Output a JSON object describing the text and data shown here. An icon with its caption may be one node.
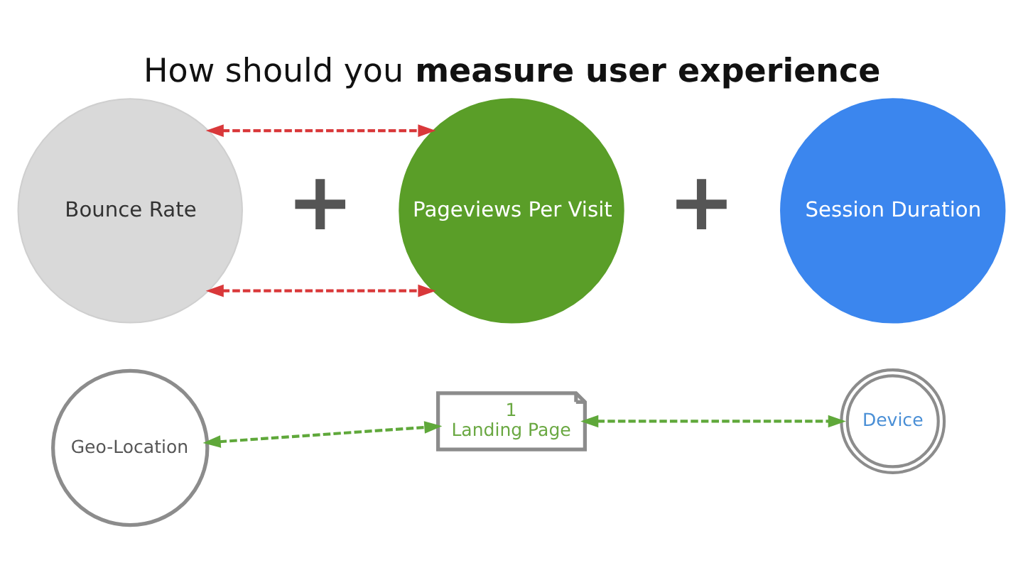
{
  "diagram": {
    "title": "How should you **measure user experience**",
    "nodes": [
      {
        "text": [
          "Bounce Rate"
        ]
      },
      {
        "text": [
          "Pageviews Per Visit"
        ]
      },
      {
        "text": [
          "Session Duration"
        ]
      },
      {
        "text": [
          "Geo-Location"
        ]
      },
      {
        "text": [
          "1",
          "Landing Page"
        ]
      },
      {
        "text": [
          "Device"
        ]
      }
    ],
    "edges": [
      {
        "from": 0,
        "to": 1,
        "arrow": "both",
        "style": "dashed",
        "color": "#d9383a"
      },
      {
        "from": 0,
        "to": 1,
        "arrow": "both",
        "style": "dashed",
        "color": "#d9383a"
      },
      {
        "from": 3,
        "to": 4,
        "arrow": "both",
        "style": "dashed",
        "color": "#5fa83a"
      },
      {
        "from": 4,
        "to": 5,
        "arrow": "both",
        "style": "dashed",
        "color": "#5fa83a"
      }
    ],
    "labels": [
      "+",
      "+"
    ]
  }
}
